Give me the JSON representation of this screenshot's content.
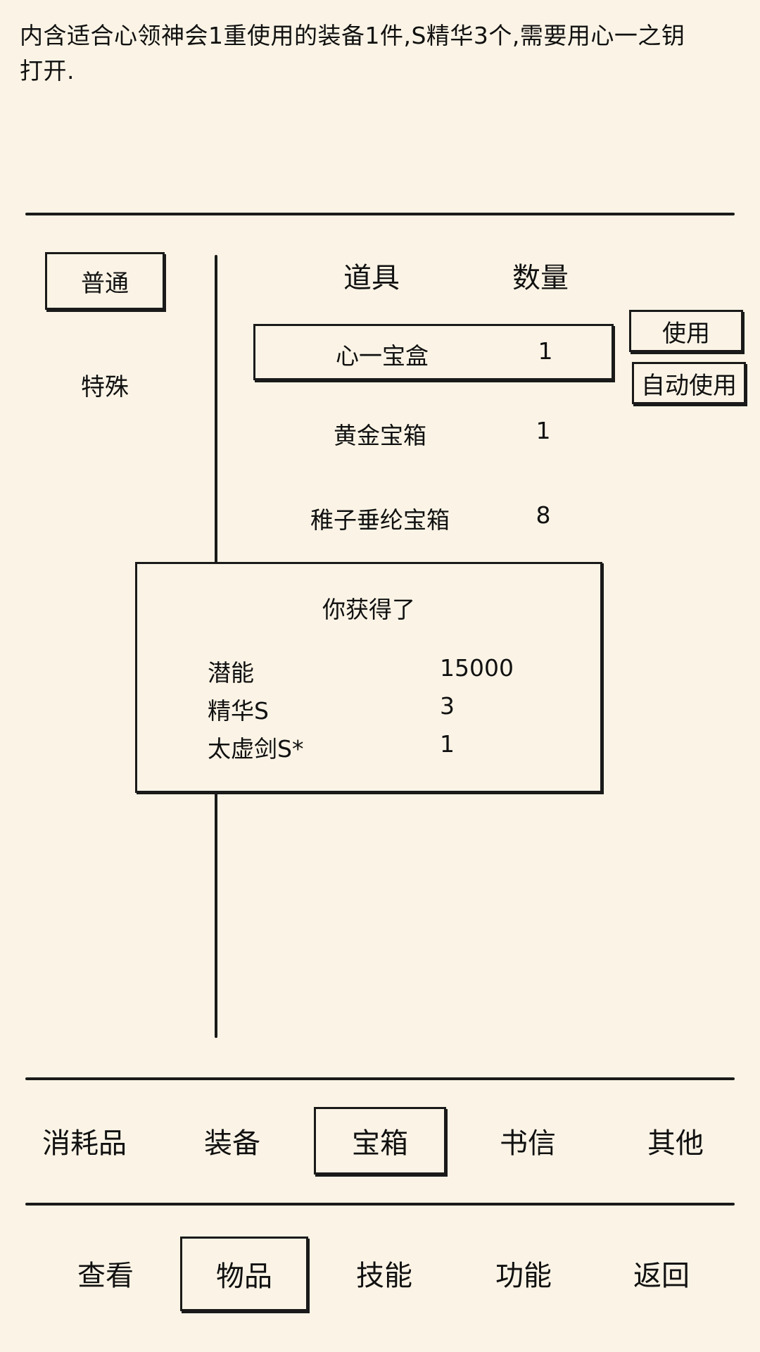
{
  "description": "内含适合心领神会1重使用的装备1件,S精华3个,需要用心一之钥打开.",
  "side_tabs": [
    {
      "label": "普通",
      "selected": true
    },
    {
      "label": "特殊",
      "selected": false
    }
  ],
  "table": {
    "headers": {
      "item": "道具",
      "quantity": "数量"
    },
    "rows": [
      {
        "name": "心一宝盒",
        "qty": "1",
        "selected": true
      },
      {
        "name": "黄金宝箱",
        "qty": "1",
        "selected": false
      },
      {
        "name": "稚子垂纶宝箱",
        "qty": "8",
        "selected": false
      }
    ]
  },
  "actions": {
    "use": "使用",
    "auto_use": "自动使用"
  },
  "popup": {
    "title": "你获得了",
    "rewards": [
      {
        "name": "潜能",
        "qty": "15000"
      },
      {
        "name": "精华S",
        "qty": "3"
      },
      {
        "name": "太虚剑S*",
        "qty": "1"
      }
    ]
  },
  "category_tabs": [
    {
      "label": "消耗品",
      "selected": false
    },
    {
      "label": "装备",
      "selected": false
    },
    {
      "label": "宝箱",
      "selected": true
    },
    {
      "label": "书信",
      "selected": false
    },
    {
      "label": "其他",
      "selected": false
    }
  ],
  "main_nav": [
    {
      "label": "查看",
      "selected": false
    },
    {
      "label": "物品",
      "selected": true
    },
    {
      "label": "技能",
      "selected": false
    },
    {
      "label": "功能",
      "selected": false
    },
    {
      "label": "返回",
      "selected": false
    }
  ],
  "colors": {
    "background": "#fbf4e6",
    "ink": "#1a1a1a"
  }
}
